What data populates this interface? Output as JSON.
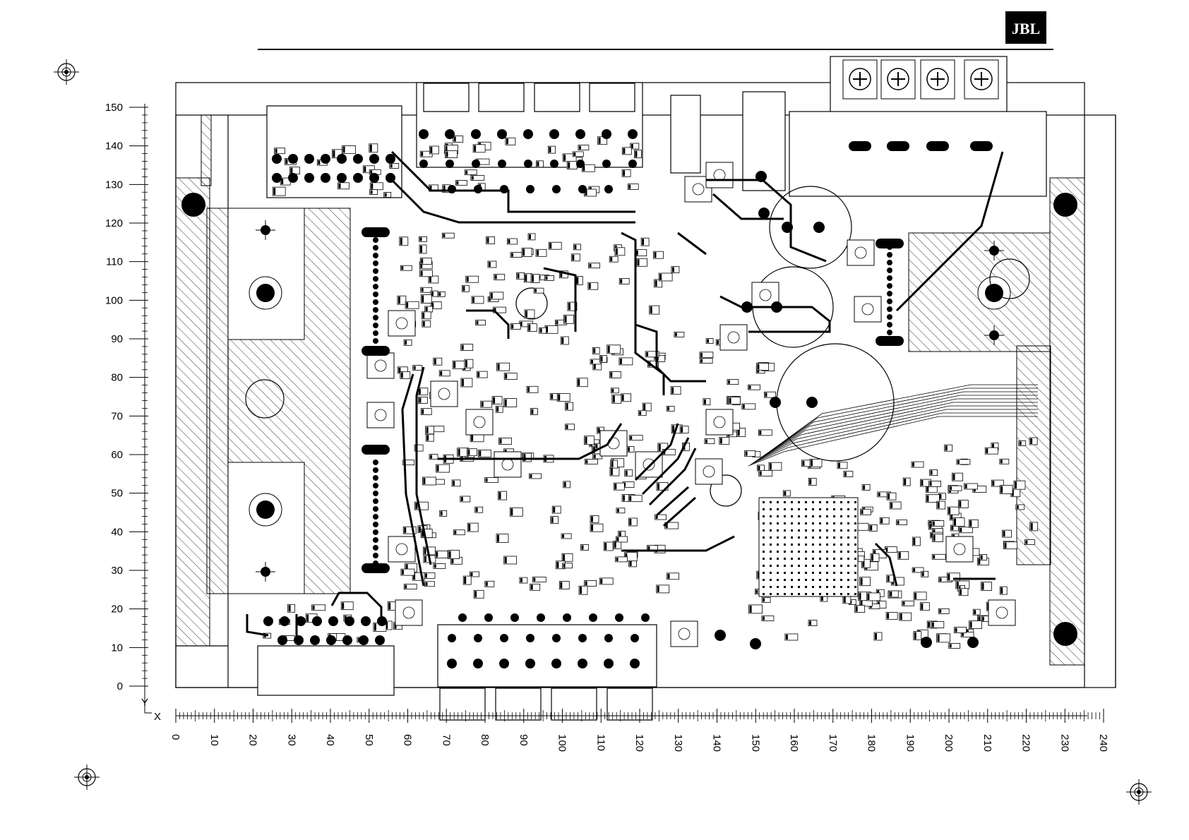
{
  "header": {
    "brand_logo_text": "JBL"
  },
  "axes": {
    "y_letter": "Y",
    "x_letter": "X",
    "y_ticks": [
      "0",
      "10",
      "20",
      "30",
      "40",
      "50",
      "60",
      "70",
      "80",
      "90",
      "100",
      "110",
      "120",
      "130",
      "140",
      "150"
    ],
    "x_ticks": [
      "0",
      "10",
      "20",
      "30",
      "40",
      "50",
      "60",
      "70",
      "80",
      "90",
      "100",
      "110",
      "120",
      "130",
      "140",
      "150",
      "160",
      "170",
      "180",
      "190",
      "200",
      "210",
      "220",
      "230",
      "240"
    ],
    "x_range": [
      0,
      240
    ],
    "y_range": [
      0,
      150
    ]
  },
  "colors": {
    "ink": "#000000",
    "paper": "#ffffff",
    "logo_bg": "#000000"
  },
  "icons": {
    "registration_marks": "crosshair-target-icon",
    "mounting_holes": "filled-circle-icon"
  }
}
